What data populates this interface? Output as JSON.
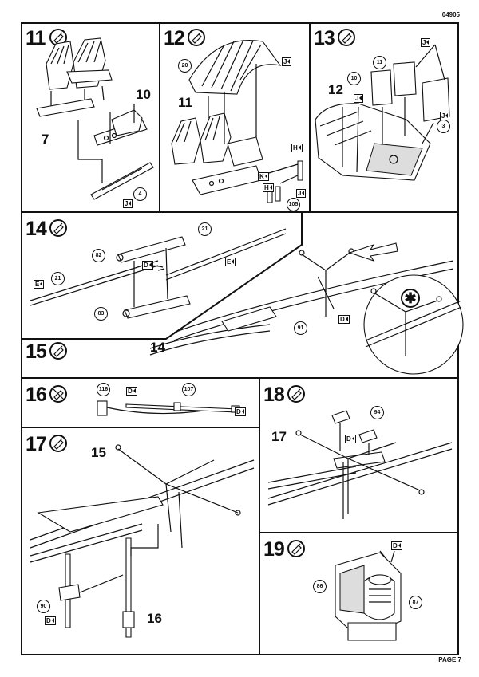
{
  "header": {
    "kit_number": "04905"
  },
  "footer": {
    "page_label": "PAGE 7"
  },
  "icons": {
    "glue": "glue-tube-icon",
    "no_glue": "no-glue-icon",
    "optional": "asterisk-icon"
  },
  "color_code": "D",
  "steps": [
    {
      "number": "11",
      "labels": [
        "10",
        "7"
      ],
      "parts": [
        "4"
      ],
      "colors": [
        "J"
      ]
    },
    {
      "number": "12",
      "labels": [
        "11"
      ],
      "parts": [
        "20",
        "105"
      ],
      "colors": [
        "J",
        "H",
        "K",
        "H",
        "J"
      ]
    },
    {
      "number": "13",
      "labels": [
        "12"
      ],
      "parts": [
        "11",
        "10",
        "3"
      ],
      "colors": [
        "J",
        "J",
        "J"
      ]
    },
    {
      "number": "14",
      "labels": [
        "14"
      ],
      "parts": [
        "21",
        "82",
        "21",
        "83",
        "91"
      ],
      "colors": [
        "D",
        "E",
        "E",
        "D"
      ]
    },
    {
      "number": "15"
    },
    {
      "number": "16",
      "parts": [
        "116",
        "107"
      ],
      "colors": [
        "D",
        "D"
      ]
    },
    {
      "number": "17",
      "labels": [
        "15",
        "16"
      ],
      "parts": [
        "90"
      ],
      "colors": [
        "D"
      ]
    },
    {
      "number": "18",
      "labels": [
        "17"
      ],
      "parts": [
        "94"
      ],
      "colors": [
        "D"
      ]
    },
    {
      "number": "19",
      "parts": [
        "86",
        "87"
      ],
      "colors": [
        "D"
      ]
    }
  ]
}
